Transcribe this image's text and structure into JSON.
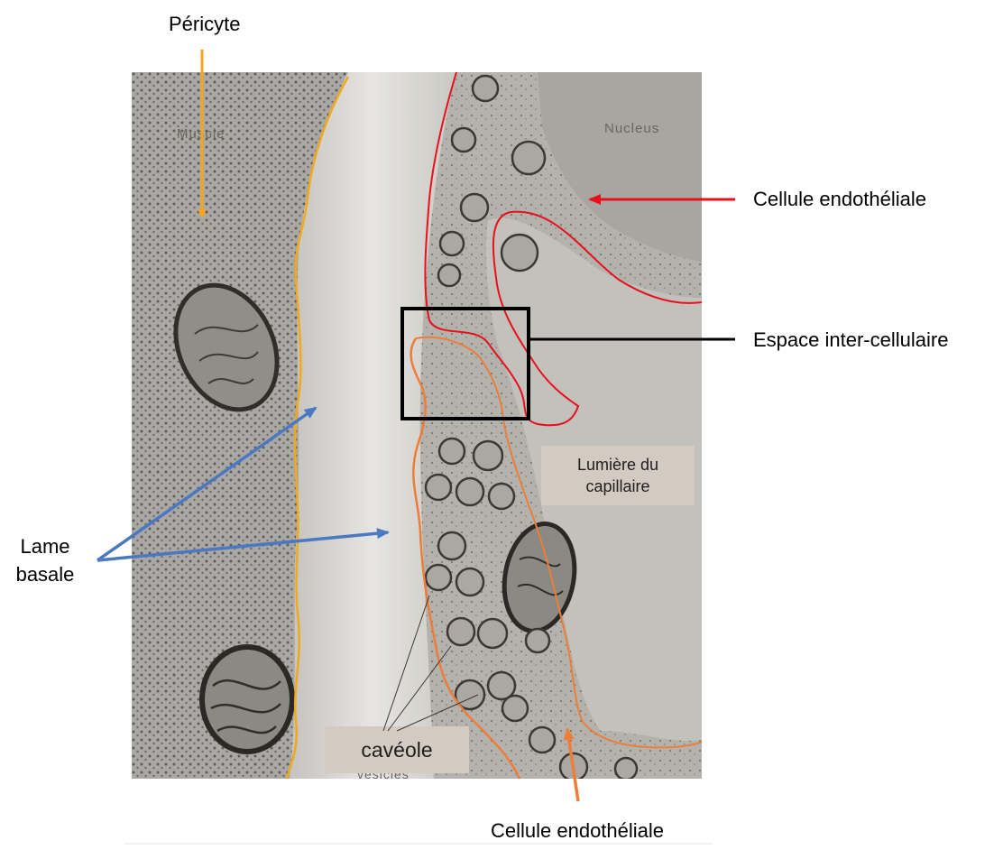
{
  "labels": {
    "pericyte": "Péricyte",
    "endothelial_top": "Cellule endothéliale",
    "intercellular": "Espace inter-cellulaire",
    "basal_lamina_line1": "Lame",
    "basal_lamina_line2": "basale",
    "lumen_line1": "Lumière du",
    "lumen_line2": "capillaire",
    "caveola": "cavéole",
    "endothelial_bottom": "Cellule endothéliale"
  },
  "micrograph_text": {
    "muscle": "Muscle",
    "nucleus": "Nucleus",
    "vesicles": "vesicles"
  },
  "colors": {
    "pericyte": "#f2a81d",
    "endothelial_top": "#e8111b",
    "endothelial_bottom": "#ee7d3a",
    "basal_lamina": "#4a78c2",
    "box": "#000000",
    "label_box": "#d3cbc1"
  }
}
